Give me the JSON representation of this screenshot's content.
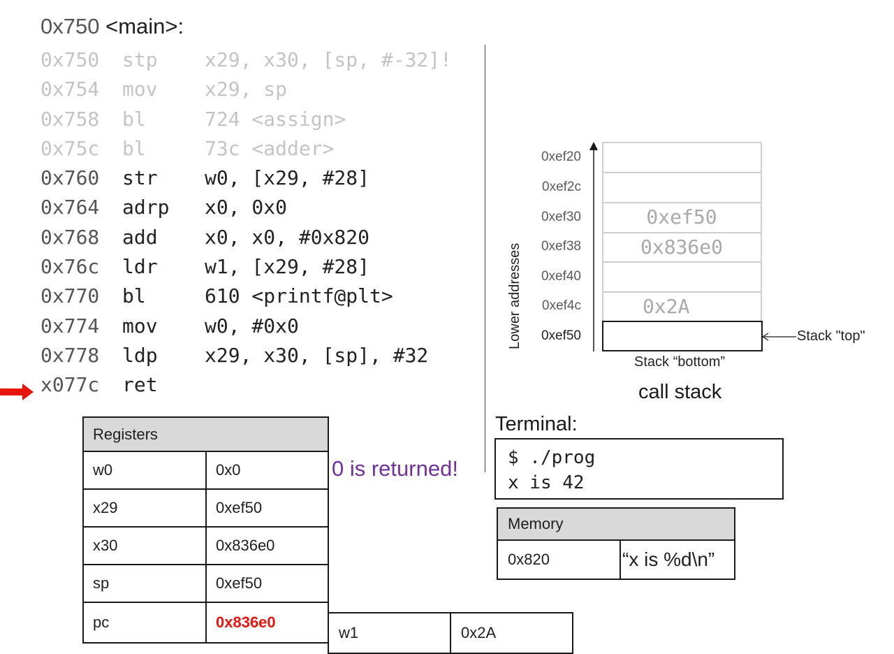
{
  "function": {
    "address": "0x750",
    "label": "<main>:"
  },
  "instructions": [
    {
      "addr": "0x750",
      "mnemonic": "stp",
      "args": "x29, x30, [sp, #-32]!",
      "state": "done"
    },
    {
      "addr": "0x754",
      "mnemonic": "mov",
      "args": "x29, sp",
      "state": "done"
    },
    {
      "addr": "0x758",
      "mnemonic": "bl",
      "args": "724 <assign>",
      "state": "done"
    },
    {
      "addr": "0x75c",
      "mnemonic": "bl",
      "args": "73c <adder>",
      "state": "done"
    },
    {
      "addr": "0x760",
      "mnemonic": "str",
      "args": "w0, [x29, #28]",
      "state": "active"
    },
    {
      "addr": "0x764",
      "mnemonic": "adrp",
      "args": "x0, 0x0",
      "state": "active"
    },
    {
      "addr": "0x768",
      "mnemonic": "add",
      "args": "x0, x0, #0x820",
      "state": "active"
    },
    {
      "addr": "0x76c",
      "mnemonic": "ldr",
      "args": "w1, [x29, #28]",
      "state": "active"
    },
    {
      "addr": "0x770",
      "mnemonic": "bl",
      "args": "610 <printf@plt>",
      "state": "active"
    },
    {
      "addr": "0x774",
      "mnemonic": "mov",
      "args": "w0, #0x0",
      "state": "active"
    },
    {
      "addr": "0x778",
      "mnemonic": "ldp",
      "args": "x29, x30, [sp], #32",
      "state": "active"
    },
    {
      "addr": "x077c",
      "mnemonic": "ret",
      "args": "",
      "state": "current"
    }
  ],
  "arrow_color": "#e8150c",
  "stack": {
    "title": "call stack",
    "axis_label": "Lower addresses",
    "top_label": "Stack \"top\"",
    "bottom_label": "Stack “bottom”",
    "rows": [
      {
        "addr": "0xef20",
        "value": ""
      },
      {
        "addr": "0xef2c",
        "value": ""
      },
      {
        "addr": "0xef30",
        "value": "0xef50"
      },
      {
        "addr": "0xef38",
        "value": "0x836e0"
      },
      {
        "addr": "0xef40",
        "value": ""
      },
      {
        "addr": "0xef4c",
        "value": "0x2A"
      },
      {
        "addr": "0xef50",
        "value": ""
      }
    ]
  },
  "terminal": {
    "title": "Terminal:",
    "lines": [
      "$ ./prog",
      "x is 42"
    ]
  },
  "memory": {
    "title": "Memory",
    "rows": [
      {
        "addr": "0x820",
        "value": "“x is %d\\n”"
      }
    ]
  },
  "registers": {
    "title": "Registers",
    "rows": [
      {
        "name": "w0",
        "value": "0x0"
      },
      {
        "name": "x29",
        "value": "0xef50"
      },
      {
        "name": "x30",
        "value": "0x836e0"
      },
      {
        "name": "sp",
        "value": "0xef50"
      },
      {
        "name": "pc",
        "value": "0x836e0"
      }
    ],
    "extra": {
      "name": "w1",
      "value": "0x2A"
    },
    "pc_color": "#e8150c"
  },
  "note": "0 is returned!"
}
